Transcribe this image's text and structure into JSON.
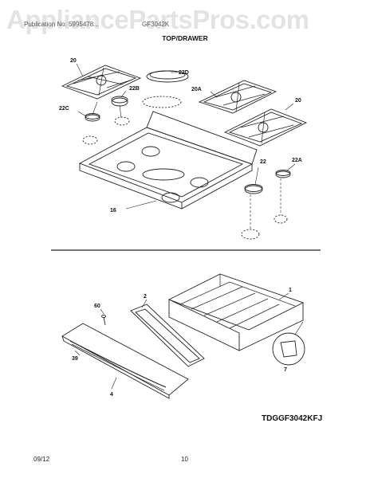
{
  "watermark": "AppliancePartsPros.com",
  "header": {
    "left_text": "Publication No: 5995478...",
    "mid_text": "GF3042K",
    "section_title": "TOP/DRAWER"
  },
  "callouts": {
    "c20_left": "20",
    "c22D": "22D",
    "c22B": "22B",
    "c22C": "22C",
    "c20A": "20A",
    "c20_right": "20",
    "c22": "22",
    "c22A": "22A",
    "c16": "16",
    "c1": "1",
    "c2": "2",
    "c60": "60",
    "c39": "39",
    "c4": "4",
    "c7": "7"
  },
  "model_number": "TDGGF3042KFJ",
  "footer": {
    "date": "09/12",
    "page": "10"
  }
}
